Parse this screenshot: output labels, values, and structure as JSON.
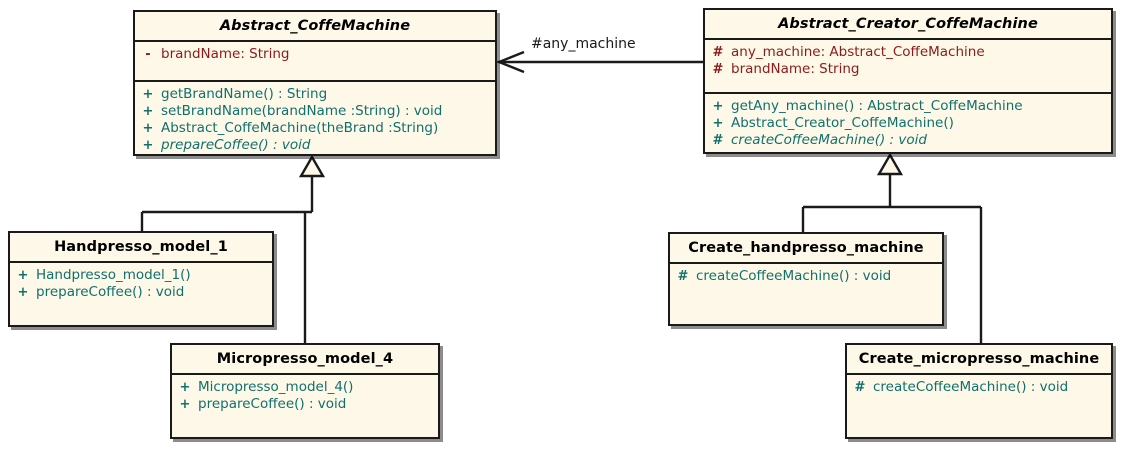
{
  "diagram": {
    "title": "Abstract Factory Coffee Machine UML Class Diagram",
    "colors": {
      "class_fill": "#fdf8e7",
      "border": "#1a1a1a",
      "attribute_text": "#8c1b1b",
      "method_text": "#11706e",
      "title_text": "#000000",
      "background": "#ffffff"
    },
    "classes": [
      {
        "id": "abstract-coffemachine",
        "name": "Abstract_CoffeMachine",
        "abstract": true,
        "attributes": [
          {
            "visibility": "-",
            "text": "brandName:  String"
          }
        ],
        "methods": [
          {
            "visibility": "+",
            "text": "getBrandName() : String",
            "abstract": false
          },
          {
            "visibility": "+",
            "text": "setBrandName(brandName :String) : void",
            "abstract": false
          },
          {
            "visibility": "+",
            "text": "Abstract_CoffeMachine(theBrand :String)",
            "abstract": false
          },
          {
            "visibility": "+",
            "text": "prepareCoffee() : void",
            "abstract": true
          }
        ]
      },
      {
        "id": "abstract-creator-coffemachine",
        "name": "Abstract_Creator_CoffeMachine",
        "abstract": true,
        "attributes": [
          {
            "visibility": "#",
            "text": "any_machine:  Abstract_CoffeMachine"
          },
          {
            "visibility": "#",
            "text": "brandName:  String"
          }
        ],
        "methods": [
          {
            "visibility": "+",
            "text": "getAny_machine() : Abstract_CoffeMachine",
            "abstract": false
          },
          {
            "visibility": "+",
            "text": "Abstract_Creator_CoffeMachine()",
            "abstract": false
          },
          {
            "visibility": "#",
            "text": "createCoffeeMachine() : void",
            "abstract": true
          }
        ]
      },
      {
        "id": "handpresso-model-1",
        "name": "Handpresso_model_1",
        "abstract": false,
        "attributes": [],
        "methods": [
          {
            "visibility": "+",
            "text": "Handpresso_model_1()",
            "abstract": false
          },
          {
            "visibility": "+",
            "text": "prepareCoffee() : void",
            "abstract": false
          }
        ]
      },
      {
        "id": "micropresso-model-4",
        "name": "Micropresso_model_4",
        "abstract": false,
        "attributes": [],
        "methods": [
          {
            "visibility": "+",
            "text": "Micropresso_model_4()",
            "abstract": false
          },
          {
            "visibility": "+",
            "text": "prepareCoffee() : void",
            "abstract": false
          }
        ]
      },
      {
        "id": "create-handpresso-machine",
        "name": "Create_handpresso_machine",
        "abstract": false,
        "attributes": [],
        "methods": [
          {
            "visibility": "#",
            "text": "createCoffeeMachine() : void",
            "abstract": false
          }
        ]
      },
      {
        "id": "create-micropresso-machine",
        "name": "Create_micropresso_machine",
        "abstract": false,
        "attributes": [],
        "methods": [
          {
            "visibility": "#",
            "text": "createCoffeeMachine() : void",
            "abstract": false
          }
        ]
      }
    ],
    "relationships": [
      {
        "id": "association-any-machine",
        "type": "association",
        "label": "#any_machine",
        "from": "abstract-creator-coffemachine",
        "to": "abstract-coffemachine"
      },
      {
        "id": "generalization-handpresso",
        "type": "generalization",
        "label": "",
        "from": "handpresso-model-1",
        "to": "abstract-coffemachine"
      },
      {
        "id": "generalization-micropresso",
        "type": "generalization",
        "label": "",
        "from": "micropresso-model-4",
        "to": "abstract-coffemachine"
      },
      {
        "id": "generalization-create-handpresso",
        "type": "generalization",
        "label": "",
        "from": "create-handpresso-machine",
        "to": "abstract-creator-coffemachine"
      },
      {
        "id": "generalization-create-micropresso",
        "type": "generalization",
        "label": "",
        "from": "create-micropresso-machine",
        "to": "abstract-creator-coffemachine"
      }
    ]
  }
}
